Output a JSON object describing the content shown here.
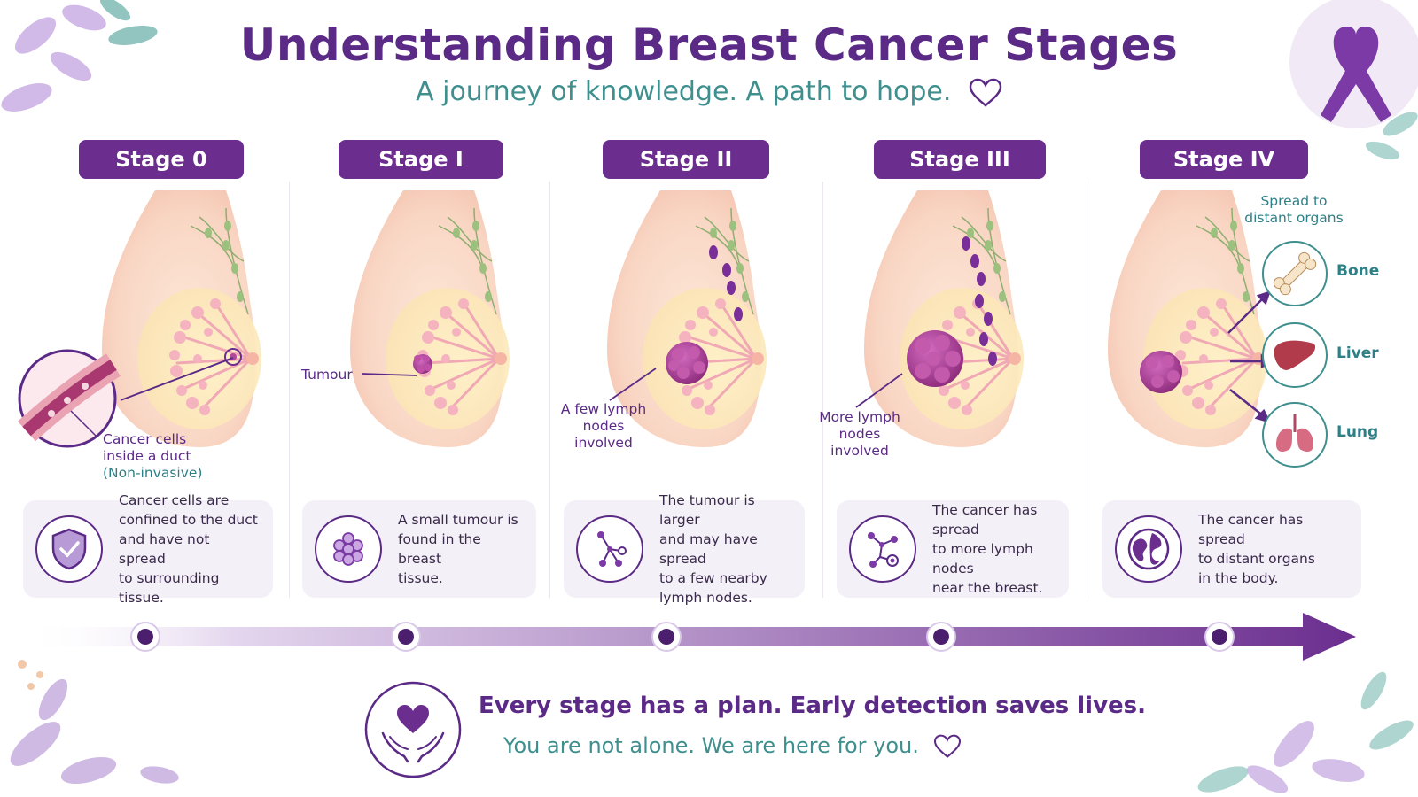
{
  "header": {
    "title": "Understanding Breast Cancer Stages",
    "subtitle": "A journey of knowledge. A path to hope."
  },
  "stages": [
    {
      "name": "Stage 0",
      "callout": [
        "Cancer cells",
        "inside a duct"
      ],
      "callout_note": "(Non-invasive)",
      "description": [
        "Cancer cells are",
        "confined to the duct",
        "and have not spread",
        "to surrounding tissue."
      ],
      "icon": "shield-check-icon"
    },
    {
      "name": "Stage I",
      "callout": [
        "Tumour"
      ],
      "description": [
        "A small tumour is",
        "found in the breast",
        "tissue."
      ],
      "icon": "cell-cluster-icon"
    },
    {
      "name": "Stage II",
      "callout": [
        "A few lymph",
        "nodes",
        "involved"
      ],
      "description": [
        "The tumour is larger",
        "and may have spread",
        "to a few nearby",
        "lymph nodes."
      ],
      "icon": "lymph-nodes-icon"
    },
    {
      "name": "Stage III",
      "callout": [
        "More lymph",
        "nodes",
        "involved"
      ],
      "description": [
        "The cancer has spread",
        "to more lymph nodes",
        "near the breast."
      ],
      "icon": "more-lymph-nodes-icon"
    },
    {
      "name": "Stage IV",
      "callout": [
        "Spread to",
        "distant organs"
      ],
      "description": [
        "The cancer has spread",
        "to distant organs",
        "in the body."
      ],
      "icon": "globe-icon",
      "organs": [
        "Bone",
        "Liver",
        "Lung"
      ]
    }
  ],
  "footer": {
    "message": "Every stage has a plan.  Early detection saves lives.",
    "support": "You are not alone. We are here for you."
  },
  "colors": {
    "primary": "#6b2e8f",
    "teal": "#3f8f8e",
    "card_bg": "#f4f0f8",
    "tumour": "#a33a8e"
  }
}
